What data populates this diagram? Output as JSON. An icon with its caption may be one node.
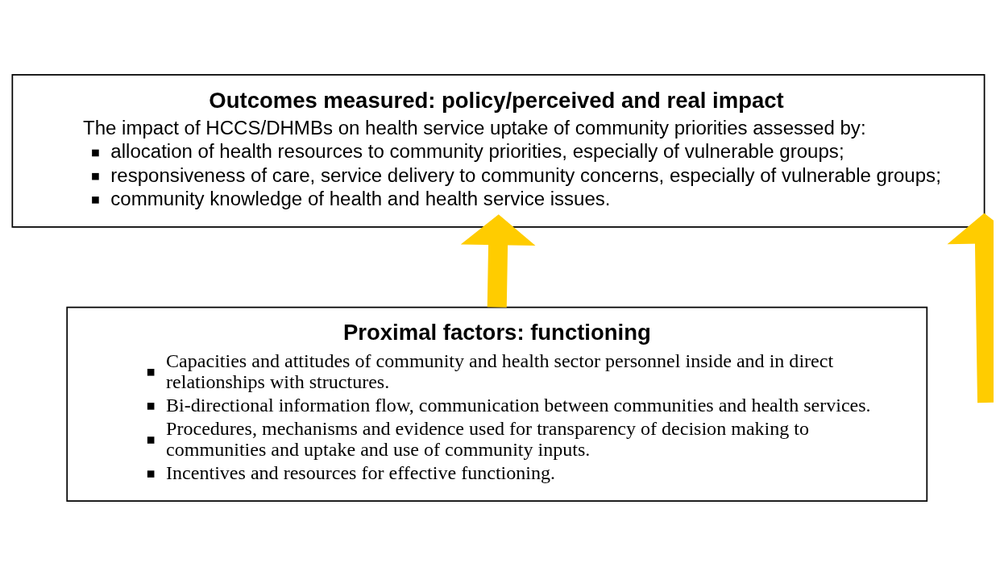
{
  "diagram": {
    "nodes": [
      {
        "text": [
          "Outcomes measured: policy/perceived and real impact",
          "The impact of HCCS/DHMBs on health service uptake of community priorities assessed by:",
          "allocation of health resources to community priorities, especially of vulnerable groups;",
          "responsiveness of care, service delivery to community concerns, especially of vulnerable groups;",
          "community knowledge of health and health service issues."
        ]
      },
      {
        "text": [
          "Proximal factors: functioning",
          "Capacities and attitudes of community and health sector personnel inside and in direct relationships with structures.",
          "Bi-directional information flow, communication between communities and health services.",
          "Procedures, mechanisms and evidence used for transparency of decision making to communities and uptake and use of community inputs.",
          "Incentives and resources for effective functioning."
        ]
      }
    ],
    "edges": [
      {
        "from": 1,
        "to": 0,
        "arrow": "to"
      },
      {
        "from": null,
        "to": 0,
        "arrow": "to"
      }
    ]
  }
}
